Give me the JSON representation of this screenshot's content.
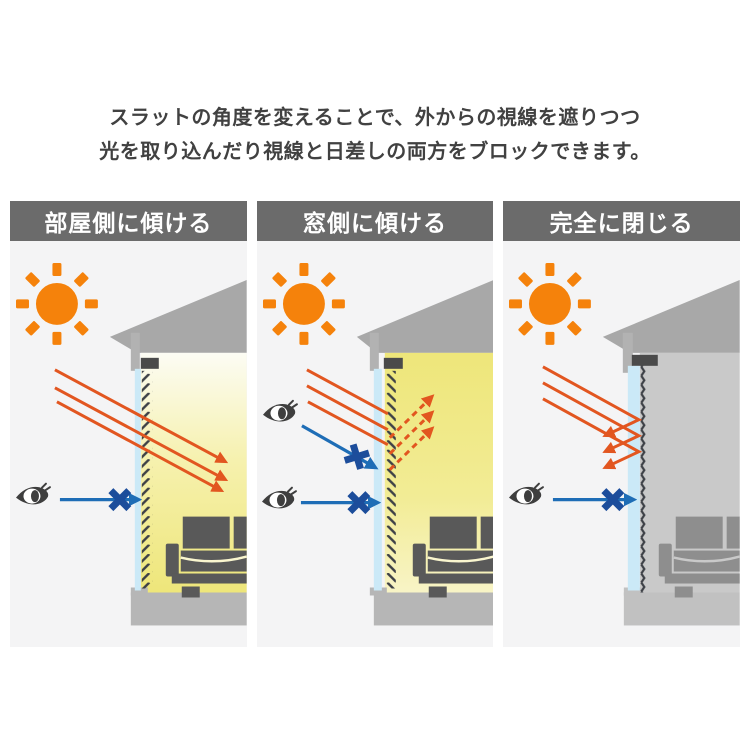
{
  "intro": {
    "line1": "スラットの角度を変えることで、外からの視線を遮りつつ",
    "line2": "光を取り込んだり視線と日差しの両方をブロックできます。"
  },
  "panels": [
    {
      "label": "部屋側に傾ける"
    },
    {
      "label": "窓側に傾ける"
    },
    {
      "label": "完全に閉じる"
    }
  ],
  "icons": {
    "sun-icon": "orange circle with 8 rays",
    "eye-icon": "side-view eye with lashes",
    "x-mark-icon": "bold blue cross",
    "sunlight-arrow": "orange solid/dashed arrow",
    "sightline-arrow": "blue arrow",
    "sofa-icon": "gray sofa silhouette",
    "blind-slats": "diagonal slat hatches",
    "closed-blind": "vertical zigzag chain"
  },
  "colors": {
    "header_bar": "#6b6b6b",
    "header_text": "#ffffff",
    "intro_text": "#414141",
    "panel_bg": "#f4f4f5",
    "sun": "#f5820b",
    "sunlight": "#e25620",
    "sightline": "#1e6db6",
    "x_mark": "#1c4d9b",
    "roof": "#a8a8a8",
    "eave": "#b2b2b2",
    "headbox": "#4a4a4a",
    "glass": "#cbe9f7",
    "slat": "#3d4046",
    "room_bright": "#eee67a",
    "room_pale": "#fcfcf4",
    "room_dim": "#c9c9c9",
    "floor": "#b6b6b6",
    "floor_dim": "#c1c1c1",
    "sofa": "#595959",
    "sofa_dim": "#8e8e8e",
    "eye": "#3e3e3e"
  }
}
